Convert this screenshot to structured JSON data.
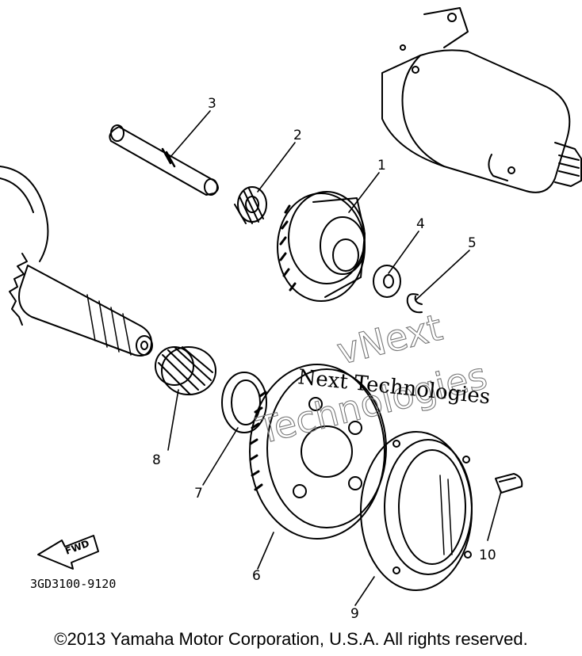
{
  "diagram": {
    "callouts": [
      {
        "id": "part-1",
        "label": "1"
      },
      {
        "id": "part-2",
        "label": "2"
      },
      {
        "id": "part-3",
        "label": "3"
      },
      {
        "id": "part-4",
        "label": "4"
      },
      {
        "id": "part-5",
        "label": "5"
      },
      {
        "id": "part-6",
        "label": "6"
      },
      {
        "id": "part-7",
        "label": "7"
      },
      {
        "id": "part-8",
        "label": "8"
      },
      {
        "id": "part-9",
        "label": "9"
      },
      {
        "id": "part-10",
        "label": "10"
      }
    ],
    "fwd_label": "FWD",
    "drawing_code": "3GD3100-9120"
  },
  "watermark": {
    "line1": "Next Technologies",
    "outline_top": "vNext",
    "outline_bottom": "Technologies"
  },
  "footer": {
    "copyright": "©2013 Yamaha Motor Corporation, U.S.A. All rights reserved."
  }
}
